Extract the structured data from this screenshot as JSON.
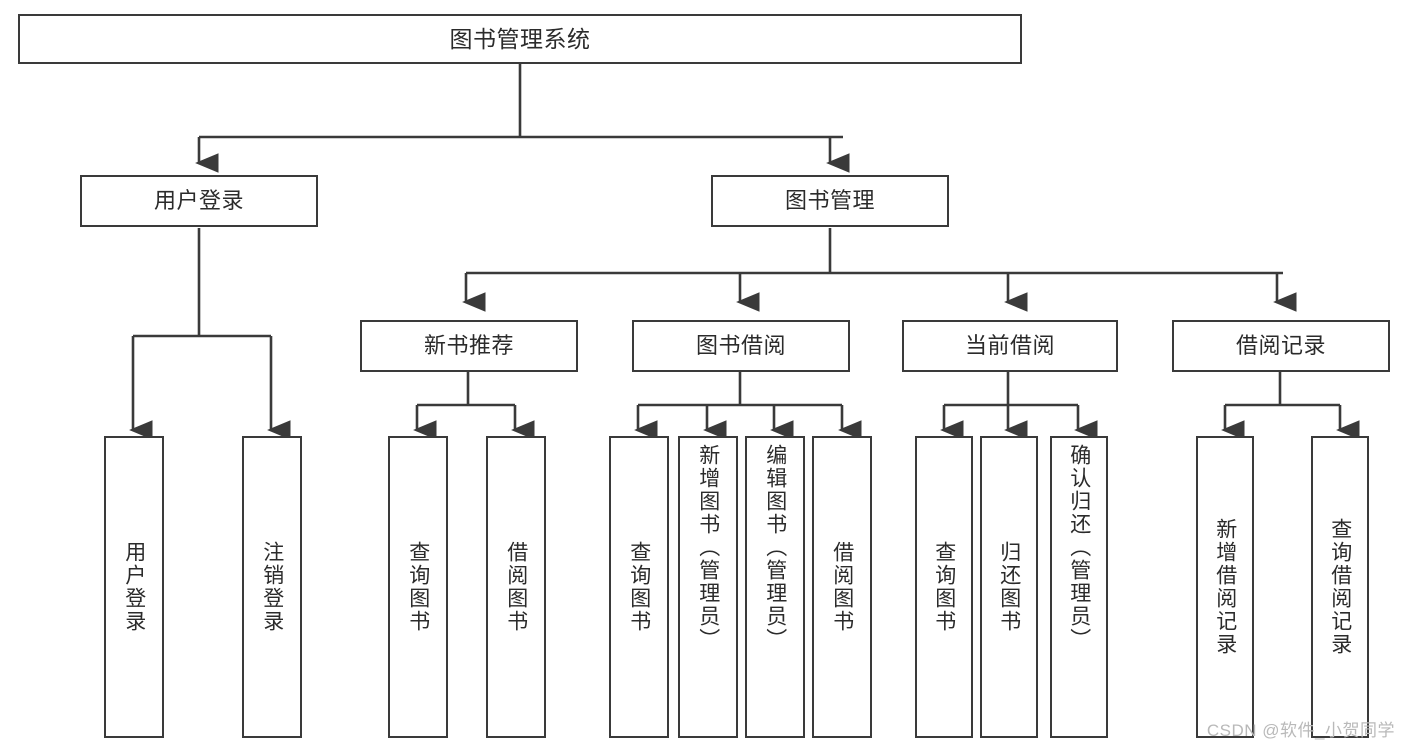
{
  "diagram": {
    "title": "图书管理系统",
    "type": "tree",
    "watermark": "CSDN @软件_小贺同学",
    "colors": {
      "stroke": "#3a3a3a",
      "fill": "#ffffff",
      "text": "#2b2b2b",
      "watermark": "#b9b9b9"
    },
    "root": {
      "label": "图书管理系统"
    },
    "level2": [
      {
        "label": "用户登录"
      },
      {
        "label": "图书管理"
      }
    ],
    "level3": [
      {
        "label": "新书推荐"
      },
      {
        "label": "图书借阅"
      },
      {
        "label": "当前借阅"
      },
      {
        "label": "借阅记录"
      }
    ],
    "leaves": {
      "user_login": [
        {
          "label": "用户登录"
        },
        {
          "label": "注销登录"
        }
      ],
      "new_book_recommend": [
        {
          "label": "查询图书"
        },
        {
          "label": "借阅图书"
        }
      ],
      "book_borrow": [
        {
          "label": "查询图书"
        },
        {
          "label": "新增图书（管理员）"
        },
        {
          "label": "编辑图书（管理员）"
        },
        {
          "label": "借阅图书"
        }
      ],
      "current_borrow": [
        {
          "label": "查询图书"
        },
        {
          "label": "归还图书"
        },
        {
          "label": "确认归还（管理员）"
        }
      ],
      "borrow_record": [
        {
          "label": "新增借阅记录"
        },
        {
          "label": "查询借阅记录"
        }
      ]
    }
  }
}
